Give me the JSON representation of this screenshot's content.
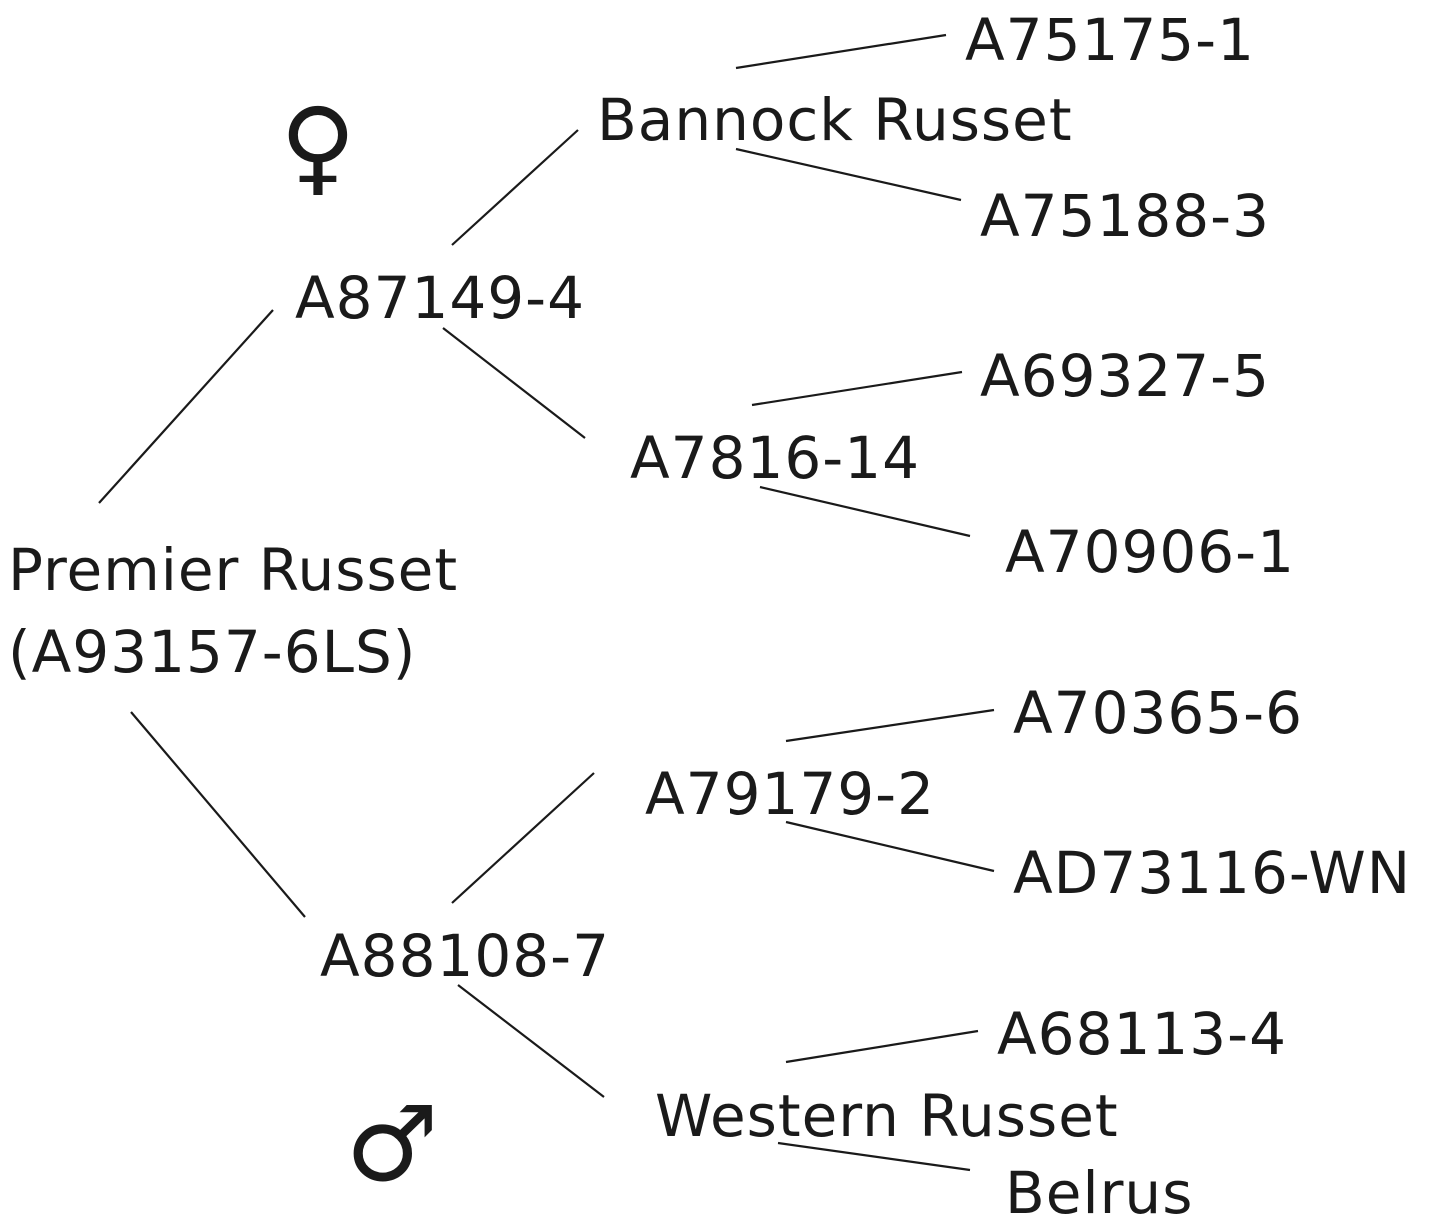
{
  "symbols": {
    "female": "♀",
    "male": "♂"
  },
  "nodes": {
    "root_name": "Premier Russet",
    "root_id": "(A93157-6LS)",
    "female_parent": "A87149-4",
    "male_parent": "A88108-7",
    "ff": "Bannock Russet",
    "fm": "A7816-14",
    "mf": "A79179-2",
    "mm": "Western Russet",
    "fff": "A75175-1",
    "ffm": "A75188-3",
    "fmf": "A69327-5",
    "fmm": "A70906-1",
    "mff": "A70365-6",
    "mfm": "AD73116-WN",
    "mmf": "A68113-4",
    "mmm": "Belrus"
  },
  "colors": {
    "ink": "#1a1a1a",
    "background": "#ffffff"
  }
}
